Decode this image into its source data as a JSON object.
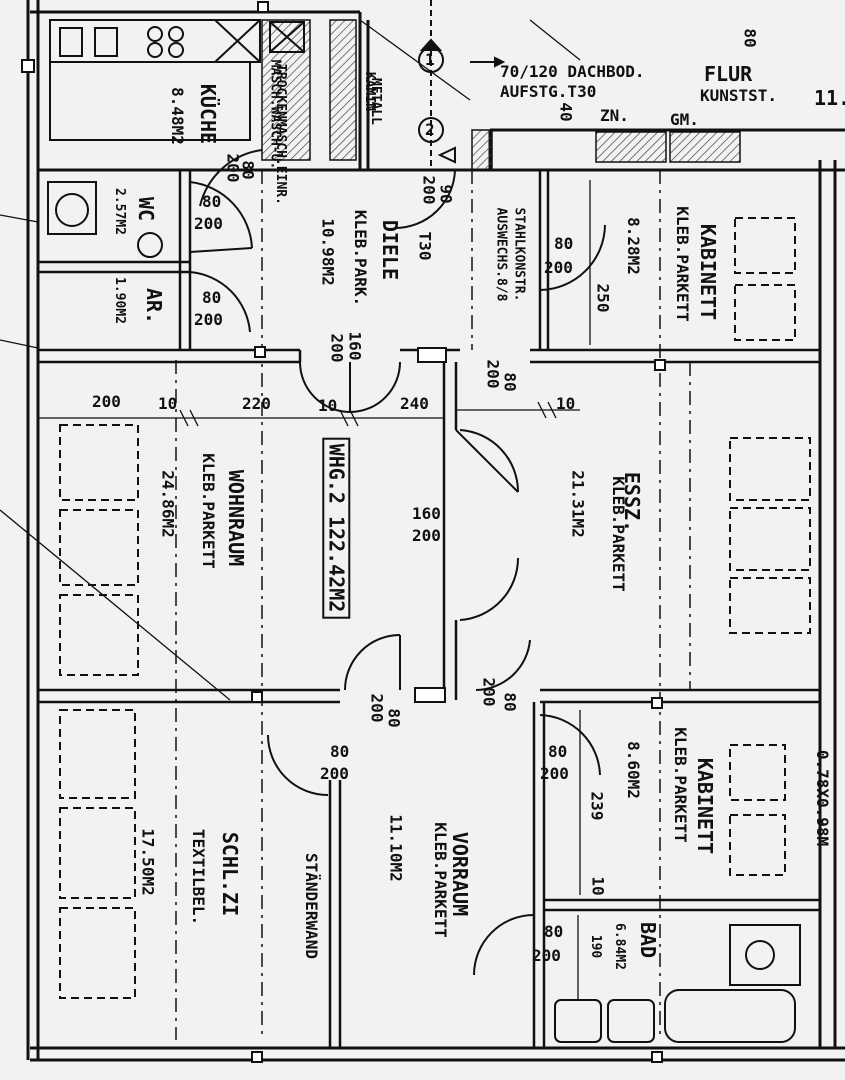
{
  "rooms": {
    "kueche": {
      "name": "KÜCHE",
      "area": "8.48M2"
    },
    "masch": {
      "line1": "MASCH.WASCH-U.",
      "line2": "TROCKENMASCH.EINR."
    },
    "kamin": {
      "line1": "METALL",
      "line2": "KAMIN"
    },
    "wc": {
      "name": "WC",
      "area": "2.57M2"
    },
    "ar": {
      "name": "AR.",
      "area": "1.90M2"
    },
    "diele": {
      "name": "DIELE",
      "floor": "KLEB.PARK.",
      "area": "10.98M2"
    },
    "stahl": {
      "line1": "STAHLKONSTR.",
      "line2": "AUSWECHS.8/8"
    },
    "kabinett1": {
      "name": "KABINETT",
      "floor": "KLEB.PARKETT",
      "area": "8.28M2"
    },
    "wohnraum": {
      "name": "WOHNRAUM",
      "floor": "KLEB.PARKETT",
      "area": "24.86M2"
    },
    "essz": {
      "name": "ESSZ.",
      "floor": "KLEB.PARKETT",
      "area": "21.31M2"
    },
    "schlzi": {
      "name": "SCHL.ZI",
      "floor": "TEXTILBEL.",
      "area": "17.50M2"
    },
    "vorraum": {
      "name": "VORRAUM",
      "floor": "KLEB.PARKETT",
      "area": "11.10M2"
    },
    "kabinett2": {
      "name": "KABINETT",
      "floor": "KLEB.PARKETT",
      "area": "8.60M2"
    },
    "bad": {
      "name": "BAD",
      "area": "6.84M2"
    },
    "flur": {
      "name": "FLUR",
      "floor": "KUNSTST.",
      "extra": "11."
    }
  },
  "unit_label": "WHG.2 122.42M2",
  "top_notes": {
    "dachbod": "70/120 DACHBOD.",
    "aufstg": "AUFSTG.T30",
    "zn": "ZN.",
    "gm": "GM.",
    "right_edge": "0.78X0.98M",
    "stand": "STÄNDERWAND",
    "circle1": "1",
    "circle2": "2",
    "top_right": "80"
  },
  "dims": {
    "d200": "200",
    "d10": "10",
    "d220": "220",
    "d240": "240",
    "d250": "250",
    "d239": "239",
    "d190": "190",
    "d80": "80",
    "d90": "90",
    "d160": "160",
    "d40": "40",
    "dT30": "T30"
  }
}
